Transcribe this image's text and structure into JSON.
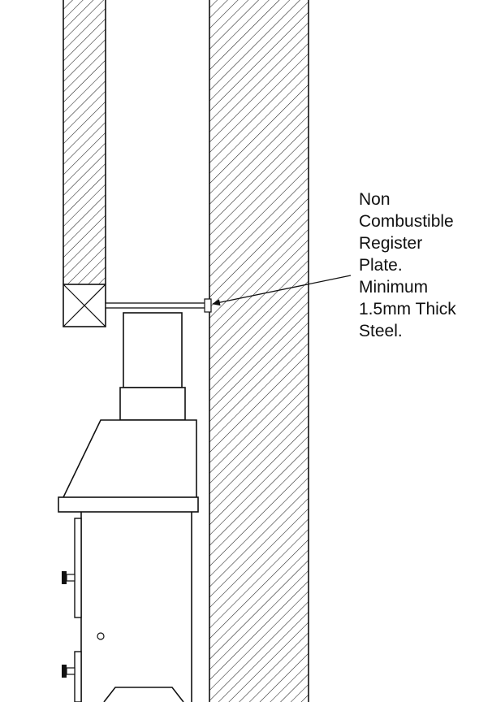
{
  "annotation": {
    "lines": [
      "Non",
      "Combustible",
      "Register",
      "Plate.",
      "Minimum",
      "1.5mm Thick",
      "Steel."
    ]
  },
  "colors": {
    "line": "#111111",
    "background": "#ffffff"
  }
}
